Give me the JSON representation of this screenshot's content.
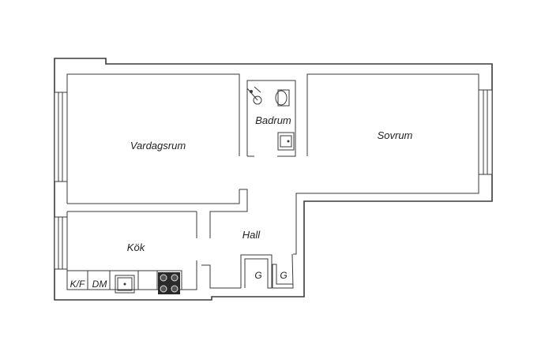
{
  "rooms": {
    "vardagsrum": "Vardagsrum",
    "badrum": "Badrum",
    "sovrum": "Sovrum",
    "kok": "Kök",
    "hall": "Hall"
  },
  "fixtures": {
    "kf": "K/F",
    "dm": "DM",
    "garderob_1": "G",
    "garderob_2": "G"
  }
}
